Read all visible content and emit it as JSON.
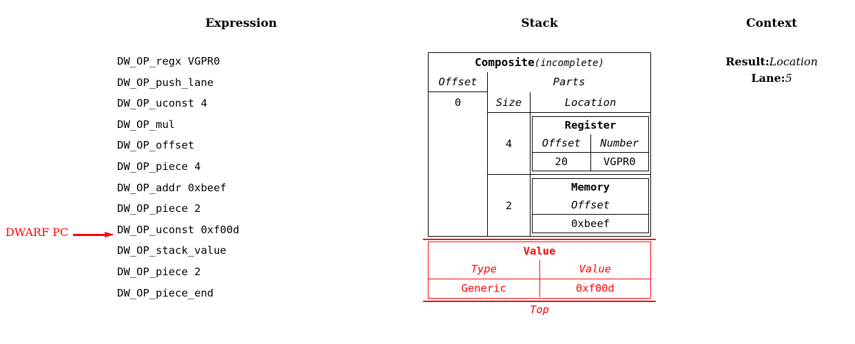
{
  "headings": {
    "expression": "Expression",
    "stack": "Stack",
    "context": "Context"
  },
  "expression": {
    "lines": [
      "DW_OP_regx VGPR0",
      "DW_OP_push_lane",
      "DW_OP_uconst 4",
      "DW_OP_mul",
      "DW_OP_offset",
      "DW_OP_piece 4",
      "DW_OP_addr 0xbeef",
      "DW_OP_piece 2",
      "DW_OP_uconst 0xf00d",
      "DW_OP_stack_value",
      "DW_OP_piece 2",
      "DW_OP_piece_end"
    ],
    "pc_marker": {
      "label": "DWARF PC",
      "points_to_line_index": 9,
      "points_to_line": "DW_OP_stack_value",
      "color": "#ff0000"
    }
  },
  "stack": {
    "composite": {
      "title": "Composite",
      "title_suffix": "(incomplete)",
      "offset_header": "Offset",
      "offset_value": "0",
      "parts_header": "Parts",
      "size_header": "Size",
      "location_header": "Location",
      "parts": [
        {
          "size": "4",
          "location": {
            "kind": "Register",
            "columns": [
              "Offset",
              "Number"
            ],
            "values": [
              "20",
              "VGPR0"
            ]
          }
        },
        {
          "size": "2",
          "location": {
            "kind": "Memory",
            "columns": [
              "Offset"
            ],
            "values": [
              "0xbeef"
            ]
          }
        }
      ]
    },
    "value_entry": {
      "title": "Value",
      "columns": [
        "Type",
        "Value"
      ],
      "values": [
        "Generic",
        "0xf00d"
      ],
      "top_label": "Top",
      "color": "#ff0000"
    }
  },
  "context": {
    "entries": [
      {
        "key": "Result:",
        "value": "Location"
      },
      {
        "key": "Lane:",
        "value": "5"
      }
    ]
  }
}
